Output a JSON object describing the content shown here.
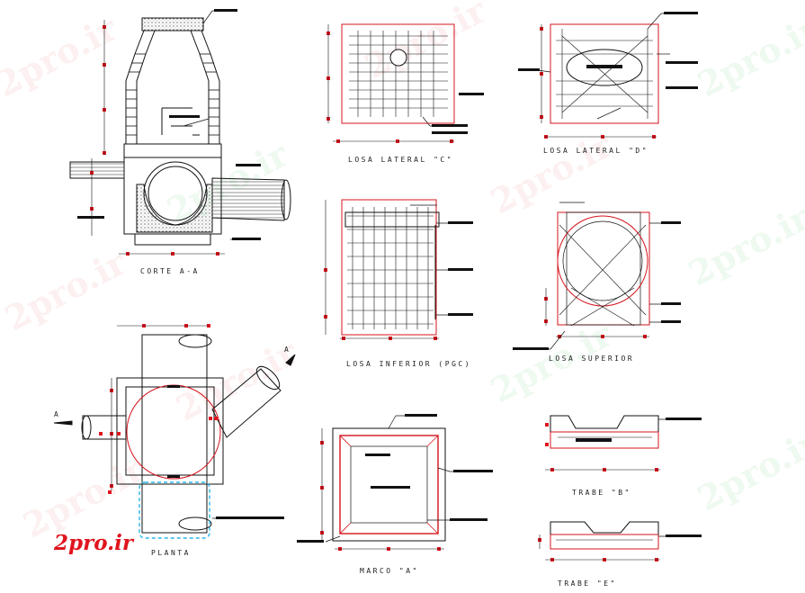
{
  "sheet": {
    "labels": {
      "corte": "CORTE A-A",
      "planta": "PLANTA",
      "losa_lateral_c": "LOSA LATERAL \"C\"",
      "losa_lateral_d": "LOSA LATERAL \"D\"",
      "losa_inferior": "LOSA INFERIOR (PGC)",
      "losa_superior": "LOSA SUPERIOR",
      "marco_a": "MARCO \"A\"",
      "trabe_b": "TRABE \"B\"",
      "trabe_e": "TRABE \"E\"",
      "section_mark_left": "A",
      "section_mark_right": "A"
    },
    "watermark": "2pro.ir",
    "brand": "2pro.ir"
  },
  "colors": {
    "background": "#ffffff",
    "concrete_line": "#d4141c",
    "drawing_line": "#111111",
    "dimension_marker": "#e0141e",
    "highlight": "#29b6e8",
    "watermark_red": "#e06e6e",
    "watermark_green": "#5ac86e"
  }
}
